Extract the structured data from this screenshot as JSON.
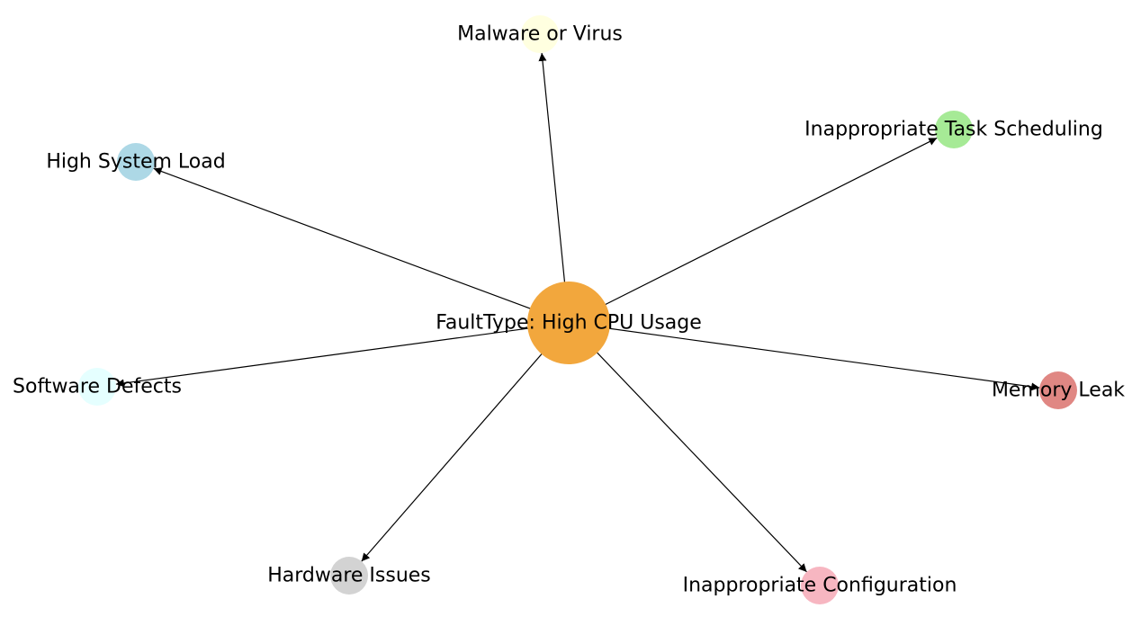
{
  "diagram": {
    "center": {
      "id": "center",
      "label": "FaultType: High CPU Usage",
      "color": "#f2a73d"
    },
    "nodes": [
      {
        "id": "malware",
        "label": "Malware or Virus",
        "color": "#ffffe0"
      },
      {
        "id": "task-scheduling",
        "label": "Inappropriate Task Scheduling",
        "color": "#a6ea96"
      },
      {
        "id": "system-load",
        "label": "High System Load",
        "color": "#add8e6"
      },
      {
        "id": "software-defects",
        "label": "Software Defects",
        "color": "#e5ffff"
      },
      {
        "id": "memory-leak",
        "label": "Memory Leak",
        "color": "#e08783"
      },
      {
        "id": "hardware-issues",
        "label": "Hardware Issues",
        "color": "#d3d3d3"
      },
      {
        "id": "configuration",
        "label": "Inappropriate Configuration",
        "color": "#f7b6c1"
      }
    ],
    "edges": [
      {
        "from": "center",
        "to": "malware"
      },
      {
        "from": "center",
        "to": "task-scheduling"
      },
      {
        "from": "center",
        "to": "system-load"
      },
      {
        "from": "center",
        "to": "software-defects"
      },
      {
        "from": "center",
        "to": "memory-leak"
      },
      {
        "from": "center",
        "to": "hardware-issues"
      },
      {
        "from": "center",
        "to": "configuration"
      }
    ]
  }
}
